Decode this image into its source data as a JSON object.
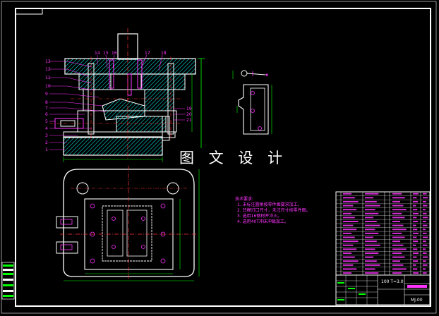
{
  "watermark": "图 文 设 计",
  "notes": {
    "heading": "技术要求:",
    "items": [
      "1. 未标注圆角按零件图要求加工。",
      "2. 凹模刃口尺寸，未注尺寸按零件图。",
      "3. 选用16钢材并淬火。",
      "4. 选用40T冲床冲裁加工。"
    ]
  },
  "title_block": {
    "spec": "100 T=3.0",
    "drawing_no": "MJ-00"
  },
  "part_numbers_left": [
    "13",
    "12",
    "11",
    "10",
    "9",
    "8",
    "7",
    "6",
    "5",
    "4",
    "3",
    "2",
    "1"
  ],
  "part_numbers_top": [
    "14",
    "15",
    "16",
    "17",
    "18"
  ],
  "part_numbers_right": [
    "19",
    "20",
    "21"
  ],
  "colors": {
    "outline": "#ffffff",
    "hatch": "#00ffff",
    "centerline": "#ff3333",
    "dimension": "#00ff00",
    "annotation": "#ff33ff",
    "frame": "#ffffff"
  }
}
